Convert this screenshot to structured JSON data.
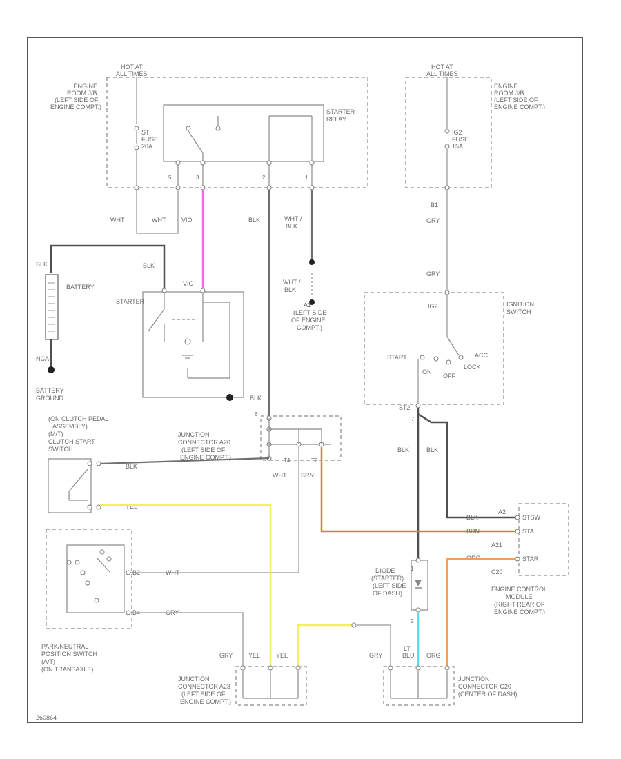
{
  "labels": {
    "hot_l": [
      "HOT AT",
      "ALL TIMES"
    ],
    "hot_r": [
      "HOT AT",
      "ALL TIMES"
    ],
    "erjb_l": [
      "ENGINE",
      "ROOM J/B",
      "(LEFT SIDE OF",
      "ENGINE COMPT.)"
    ],
    "erjb_r": [
      "ENGINE",
      "ROOM J/B",
      "(LEFT SIDE OF",
      "ENGINE COMPT.)"
    ],
    "st_fuse": [
      "ST",
      "FUSE",
      "20A"
    ],
    "ig2_fuse": [
      "IG2",
      "FUSE",
      "15A"
    ],
    "starter_relay": [
      "STARTER",
      "RELAY"
    ],
    "relay_pins": [
      "5",
      "3",
      "2",
      "1"
    ],
    "relay_wires": [
      "WHT",
      "WHT",
      "VIO",
      "BLK",
      "WHT /",
      "BLK"
    ],
    "ig2_wires": [
      "B1",
      "GRY",
      "GRY"
    ],
    "battery": "BATTERY",
    "blk_top": "BLK",
    "blk_starter": "BLK",
    "nca": "NCA",
    "battery_ground": [
      "BATTERY",
      "GROUND"
    ],
    "starter": "STARTER",
    "vio_pin": "VIO",
    "blk_starter_gnd": "BLK",
    "ground_a1": [
      "WHT /",
      "BLK",
      "A1",
      "(LEFT SIDE",
      "OF ENGINE",
      "COMPT.)"
    ],
    "ig2_pin": "IG2",
    "ignition_switch": [
      "IGNITION",
      "SWITCH"
    ],
    "ign_positions": [
      "START",
      "ON",
      "OFF",
      "ACC",
      "LOCK"
    ],
    "st2_pin": "ST2",
    "ign_out_pin": "7",
    "ign_out_wires": [
      "BLK",
      "BLK"
    ],
    "clutch_switch": [
      "(ON CLUTCH PEDAL",
      "ASSEMBLY)",
      "(M/T)",
      "CLUTCH START",
      "SWITCH"
    ],
    "clutch_wires": [
      "BLK",
      "YEL"
    ],
    "jc_a20": [
      "JUNCTION",
      "CONNECTOR A20",
      "(LEFT SIDE OF",
      "ENGINE COMPT.)"
    ],
    "jc_a20_pins": [
      "6",
      "T4",
      "T2"
    ],
    "jc_a20_wires": [
      "WHT",
      "BRN"
    ],
    "pn_switch": [
      "PARK/NEUTRAL",
      "POSITION SWITCH",
      "(A/T)",
      "(ON TRANSAXLE)"
    ],
    "pn_pins": [
      "B2",
      "B4"
    ],
    "pn_wires": [
      "WHT",
      "GRY"
    ],
    "ecm_pins": [
      "STSW",
      "STA",
      "STAR"
    ],
    "ecm_conns": [
      "A2",
      "A21",
      "C20"
    ],
    "ecm_wires": [
      "BLK",
      "BRN",
      "ORG"
    ],
    "ecm": [
      "ENGINE CONTROL",
      "MODULE",
      "(RIGHT REAR OF",
      "ENGINE COMPT.)"
    ],
    "diode": [
      "DIODE",
      "(STARTER)",
      "(LEFT SIDE",
      "OF DASH)"
    ],
    "diode_pins": [
      "2",
      "1"
    ],
    "jc_a23_wires": [
      "GRY",
      "YEL",
      "YEL"
    ],
    "jc_a23": [
      "JUNCTION",
      "CONNECTOR A23",
      "(LEFT SIDE OF",
      "ENGINE COMPT.)"
    ],
    "jc_c20_wires": [
      "GRY",
      "LT",
      "BLU",
      "ORG"
    ],
    "jc_c20": [
      "JUNCTION",
      "CONNECTOR C20",
      "(CENTER OF DASH)"
    ],
    "code": "260864"
  },
  "colors": {
    "border": "#555555",
    "line": "#8a8a8a",
    "vio": "#ff66ee",
    "yel": "#f4f05a",
    "brn": "#b8902a",
    "org": "#f0a050",
    "blu": "#55ddf0",
    "blk": "#505050"
  }
}
